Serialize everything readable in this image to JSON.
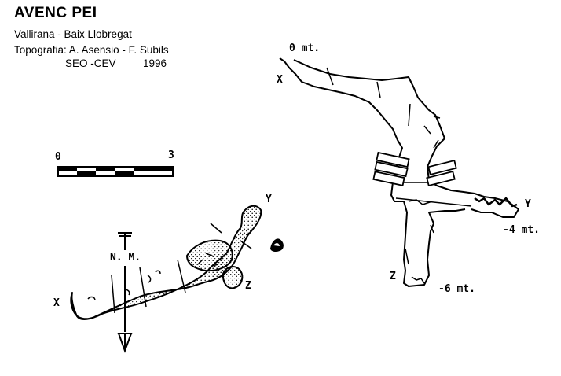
{
  "header": {
    "title": "AVENC PEI",
    "location": "Vallirana - Baix Llobregat",
    "topography": "Topografia: A. Asensio - F. Subils",
    "org": "SEO -CEV",
    "year": "1996"
  },
  "scale": {
    "start": "0",
    "end": "3"
  },
  "north": {
    "label": "N. M."
  },
  "plan": {
    "x_label": "X",
    "y_label": "Y",
    "z_label": "Z"
  },
  "section": {
    "depth_top": "0 mt.",
    "depth_mid": "-4 mt.",
    "depth_bottom": "-6 mt.",
    "x_label": "X",
    "y_label": "Y",
    "z_label": "Z"
  }
}
